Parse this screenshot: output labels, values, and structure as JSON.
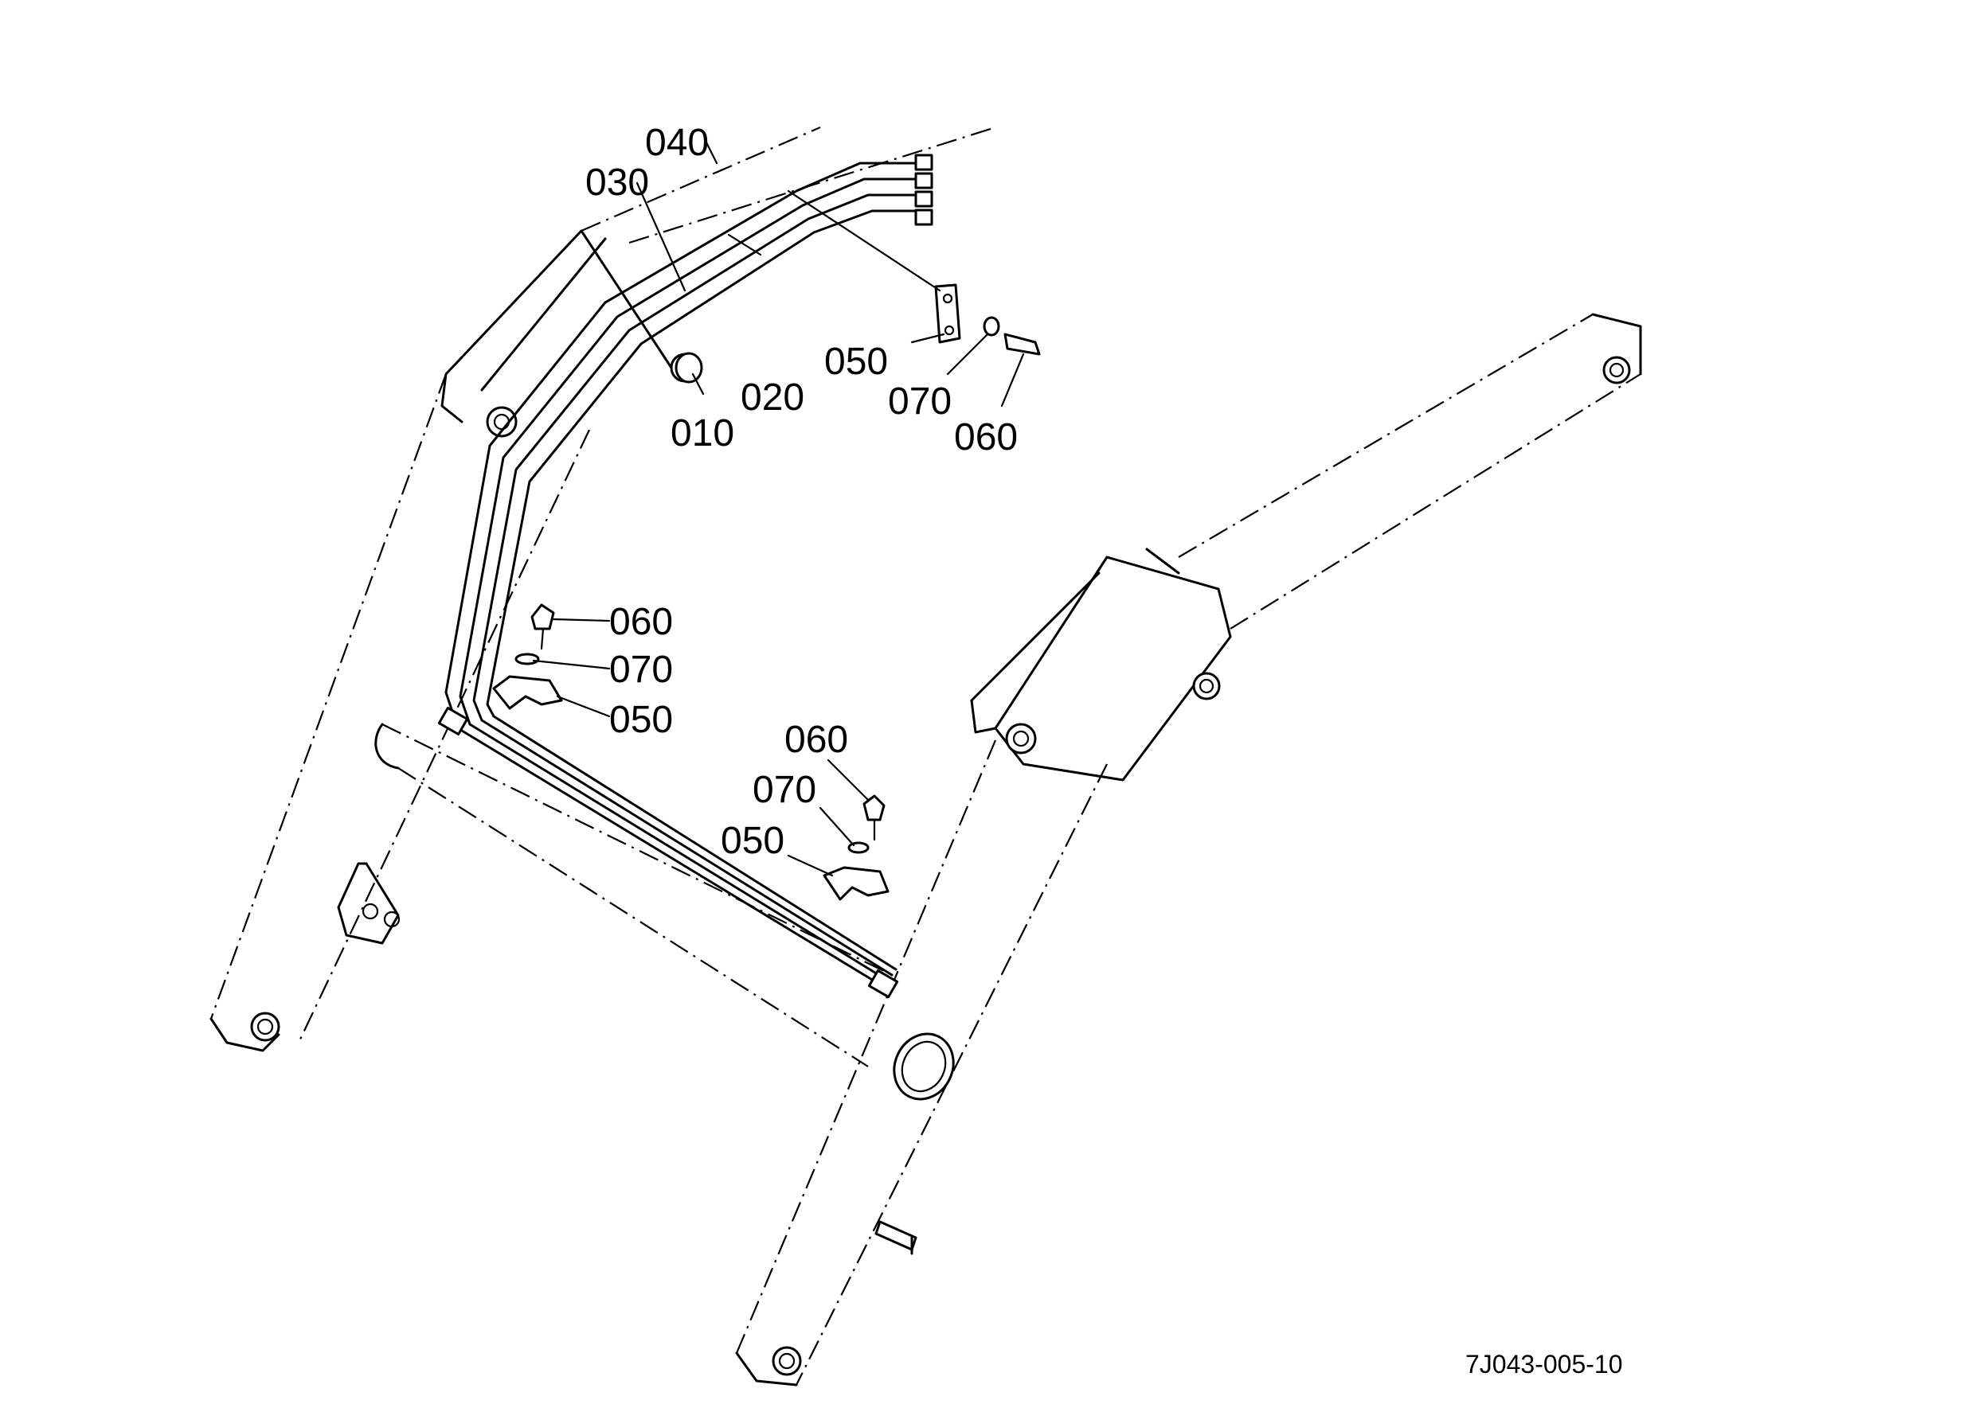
{
  "callouts": [
    {
      "id": "c-040",
      "label": "040"
    },
    {
      "id": "c-030",
      "label": "030"
    },
    {
      "id": "c-020",
      "label": "020"
    },
    {
      "id": "c-010",
      "label": "010"
    },
    {
      "id": "c-050-top",
      "label": "050"
    },
    {
      "id": "c-070-top",
      "label": "070"
    },
    {
      "id": "c-060-top",
      "label": "060"
    },
    {
      "id": "c-060-left",
      "label": "060"
    },
    {
      "id": "c-070-left",
      "label": "070"
    },
    {
      "id": "c-050-left",
      "label": "050"
    },
    {
      "id": "c-060-mid",
      "label": "060"
    },
    {
      "id": "c-070-mid",
      "label": "070"
    },
    {
      "id": "c-050-mid",
      "label": "050"
    }
  ],
  "drawing_code": "7J043-005-10"
}
